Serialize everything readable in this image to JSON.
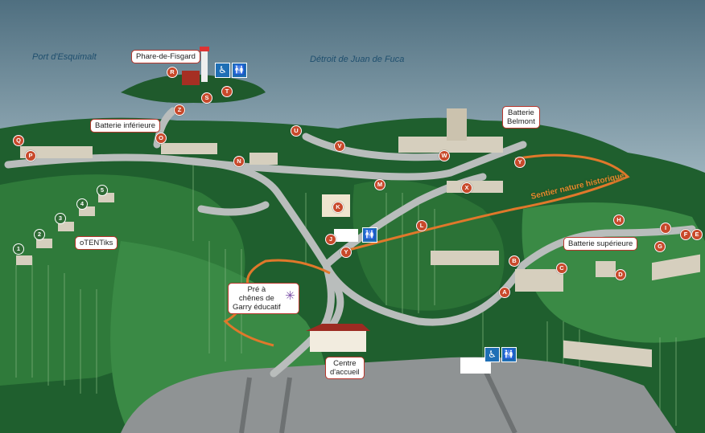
{
  "water": {
    "port": "Port\nd'Esquimalt",
    "strait": "Détroit de Juan de Fuca"
  },
  "callouts": {
    "phare": "Phare-de-Fisgard",
    "batterie_inferieure": "Batterie inférieure",
    "batterie_belmont": "Batterie\nBelmont",
    "batterie_superieure": "Batterie supérieure",
    "otentiks": "oTENTiks",
    "pre": "Pré à\nchênes de\nGarry éducatif",
    "centre": "Centre\nd'accueil"
  },
  "trail_label": "Sentier nature historique",
  "markers": {
    "A": "A",
    "B": "B",
    "C": "C",
    "D": "D",
    "E": "E",
    "F": "F",
    "G": "G",
    "H": "H",
    "I": "I",
    "J": "J",
    "K": "K",
    "L": "L",
    "M": "M",
    "N": "N",
    "O": "O",
    "P": "P",
    "Q": "Q",
    "R": "R",
    "S": "S",
    "T": "T",
    "U": "U",
    "V": "V",
    "W": "W",
    "X": "X",
    "Y1": "Y",
    "Y2": "Y",
    "Z": "Z"
  },
  "tents": {
    "t1": "1",
    "t2": "2",
    "t3": "3",
    "t4": "4",
    "t5": "5"
  },
  "amenities": {
    "accessible": "♿",
    "washroom": "🚻"
  },
  "colors": {
    "sky": "#5f7f8c",
    "sea": "#8fa9b4",
    "forest": "#2f6b35",
    "path": "#b9bdbc",
    "trail": "#e0782b",
    "marker": "#c8492b",
    "amenity": "#1f6fb5"
  }
}
